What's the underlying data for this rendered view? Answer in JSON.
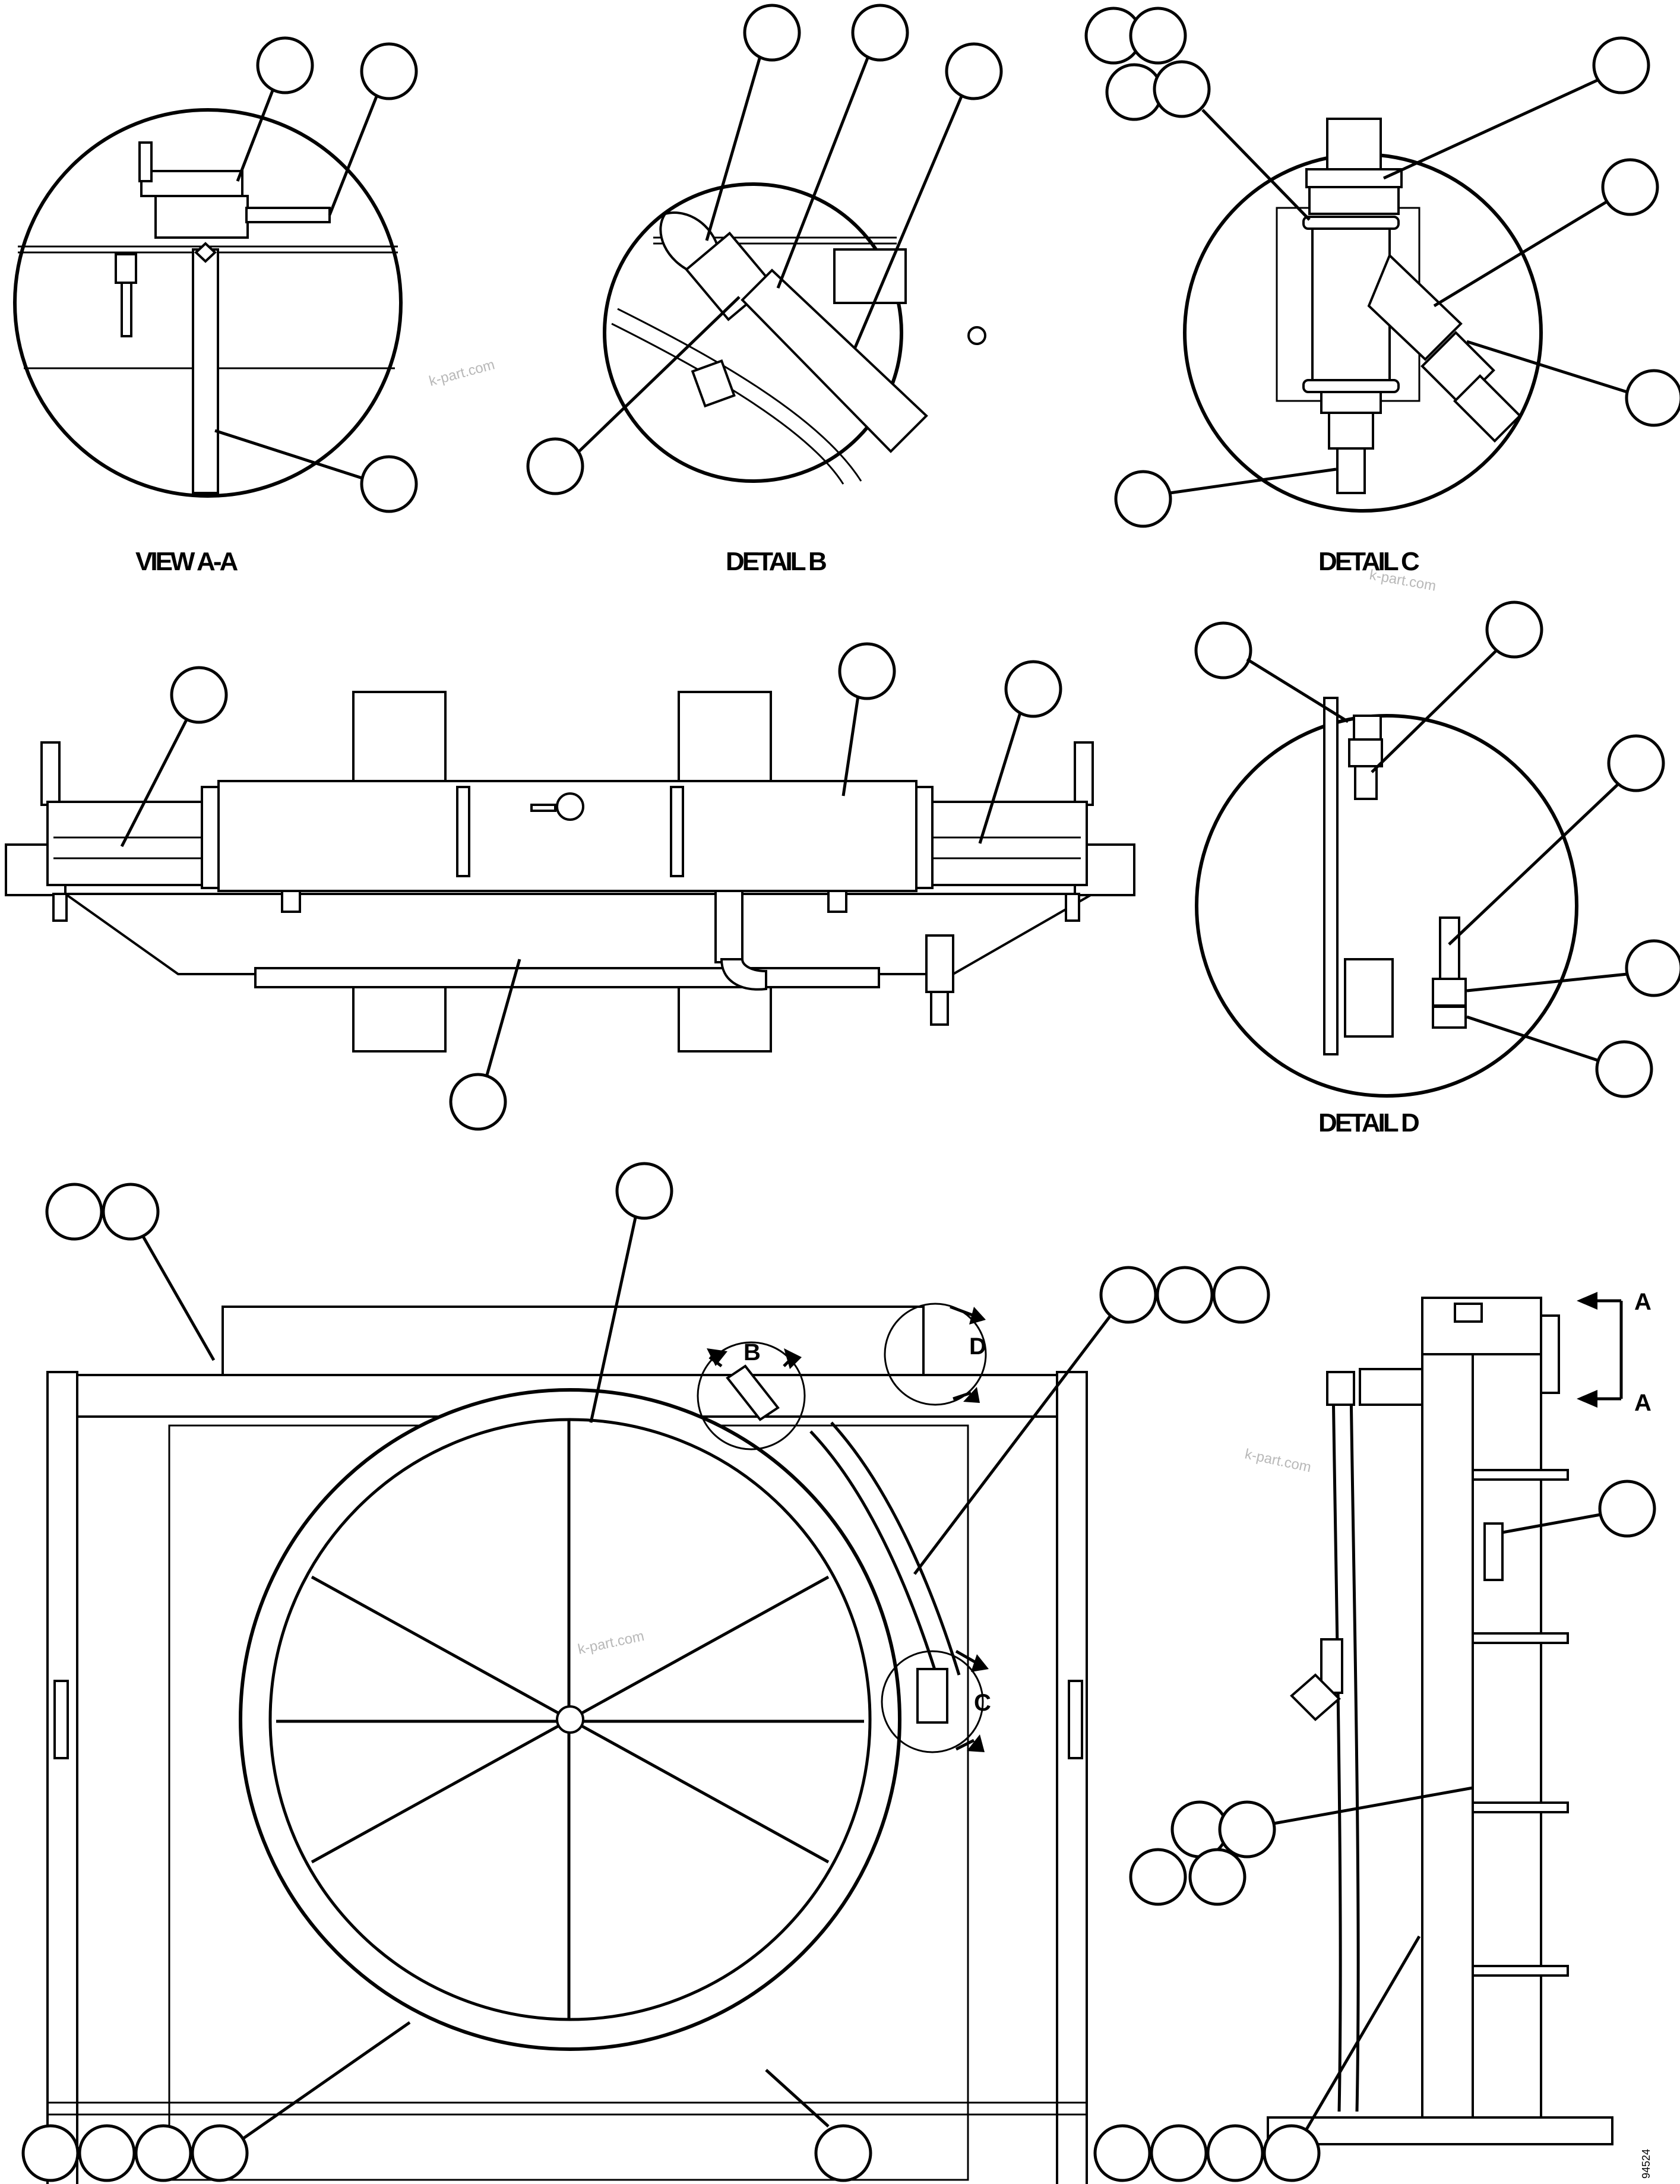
{
  "labels": {
    "view_aa": "VIEW A-A",
    "detail_b": "DETAIL B",
    "detail_c": "DETAIL C",
    "detail_d": "DETAIL D"
  },
  "refs": {
    "a_top": "A",
    "a_bottom": "A",
    "b": "B",
    "c": "C",
    "d": "D"
  },
  "watermark": "k-part.com",
  "drawing_number": "94524",
  "colors": {
    "line": "#000000",
    "watermark": "#b8b8b8",
    "background": "#ffffff"
  }
}
